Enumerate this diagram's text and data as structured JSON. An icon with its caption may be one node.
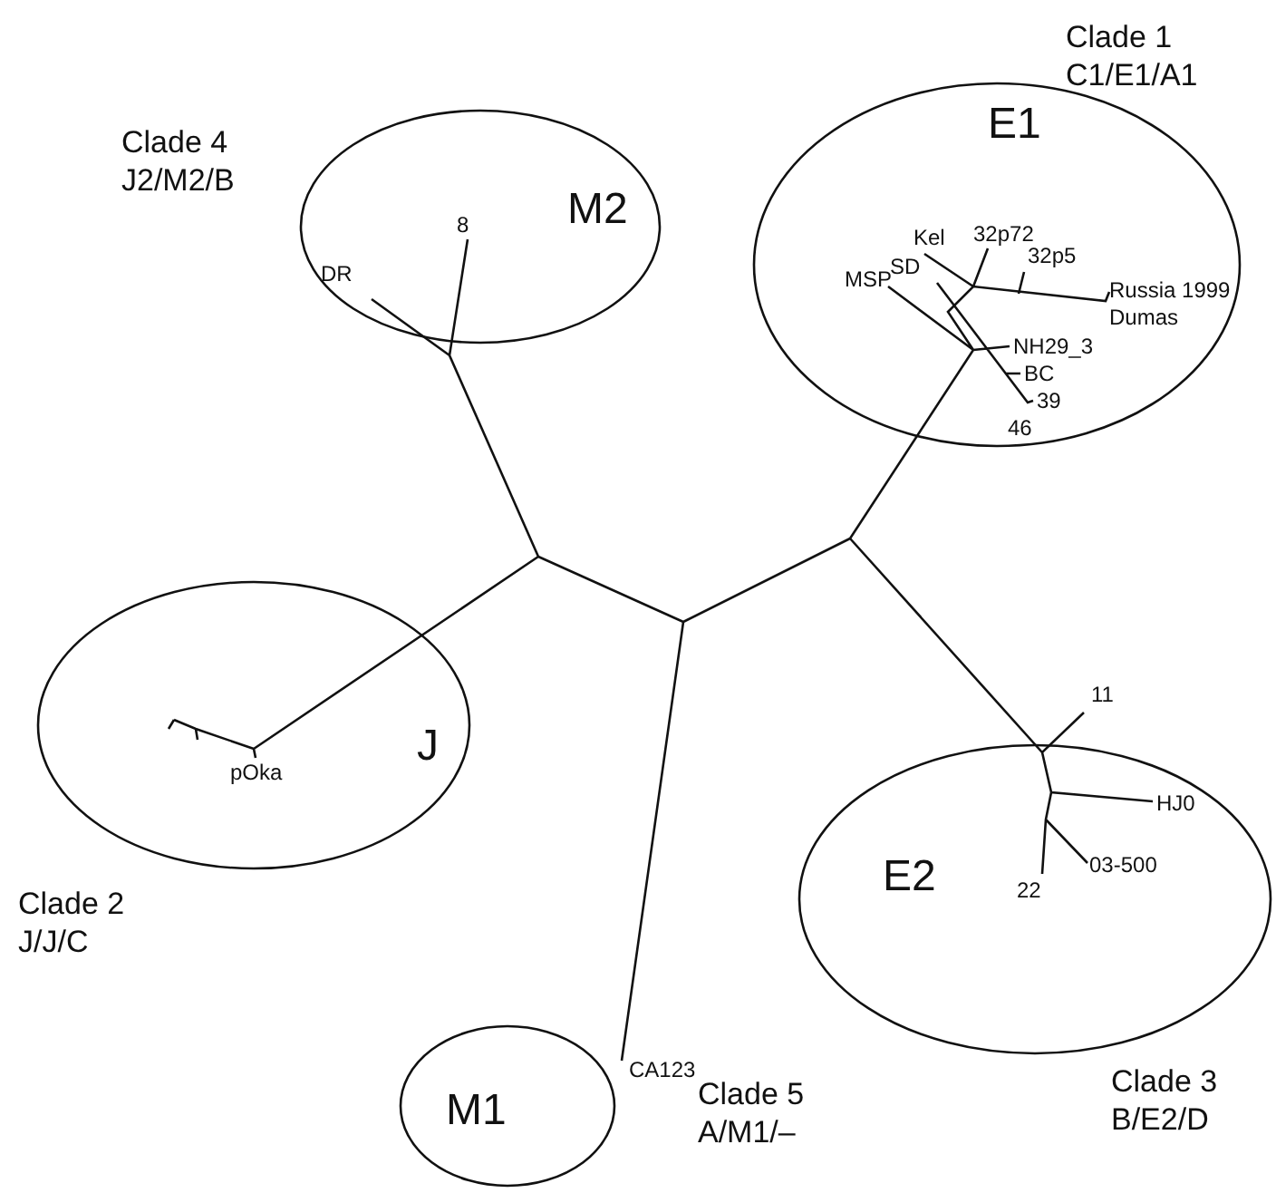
{
  "diagram": {
    "nodes": [
      {
        "text": [
          "M2"
        ],
        "beside": [
          "Clade 4",
          "J2/M2/B"
        ]
      },
      {
        "text": [
          "E1"
        ],
        "beside": [
          "Clade 1",
          "C1/E1/A1"
        ]
      },
      {
        "text": [
          "J"
        ],
        "beside": [
          "Clade 2",
          "J/J/C"
        ]
      },
      {
        "text": [
          "E2"
        ],
        "beside": [
          "Clade 3",
          "B/E2/D"
        ]
      },
      {
        "text": [
          "M1"
        ],
        "beside": [
          "Clade 5",
          "A/M1/–"
        ]
      }
    ],
    "labels": [
      "8",
      "DR",
      "Kel",
      "32p72",
      "32p5",
      "MSP",
      "SD",
      "Russia 1999",
      "Dumas",
      "NH29_3",
      "BC",
      "39",
      "46",
      "pOka",
      "11",
      "HJ0",
      "03-500",
      "22",
      "CA123"
    ]
  }
}
